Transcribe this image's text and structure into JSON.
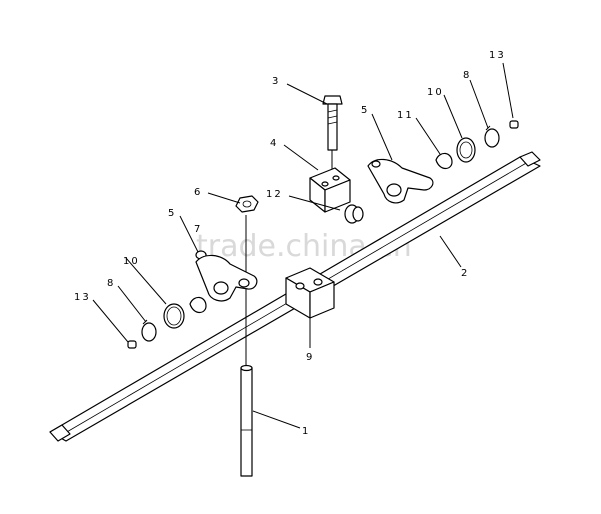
{
  "diagram": {
    "labels": {
      "l1": "1",
      "l2": "2",
      "l3": "3",
      "l4": "4",
      "l5a": "5",
      "l5b": "5",
      "l6": "6",
      "l7": "7",
      "l8a": "8",
      "l8b": "8",
      "l9": "9",
      "l10a": "10",
      "l10b": "10",
      "l11": "11",
      "l12": "12",
      "l13a": "13",
      "l13b": "13"
    },
    "watermark": "trade.china.cn"
  }
}
